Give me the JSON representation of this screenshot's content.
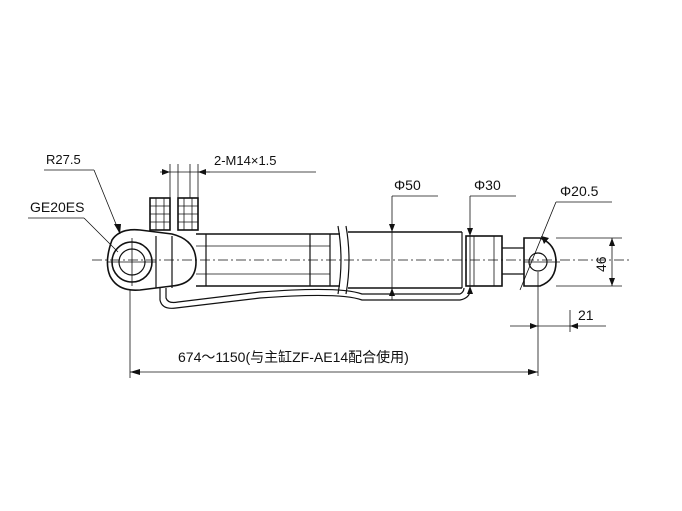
{
  "labels": {
    "radius": "R27.5",
    "bearing": "GE20ES",
    "thread": "2-M14×1.5",
    "dia_body": "Φ50",
    "dia_rod": "Φ30",
    "dia_pin": "Φ20.5",
    "height": "46",
    "offset": "21",
    "length": "674～1150(与主缸ZF-AE14配合使用)"
  }
}
